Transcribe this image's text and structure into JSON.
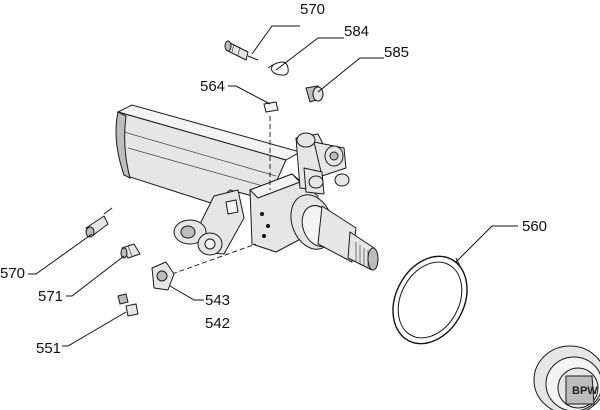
{
  "callouts": {
    "c570_top": "570",
    "c584": "584",
    "c585": "585",
    "c564": "564",
    "c560": "560",
    "c570_left": "570",
    "c571": "571",
    "c543": "543",
    "c542": "542",
    "c551": "551"
  }
}
